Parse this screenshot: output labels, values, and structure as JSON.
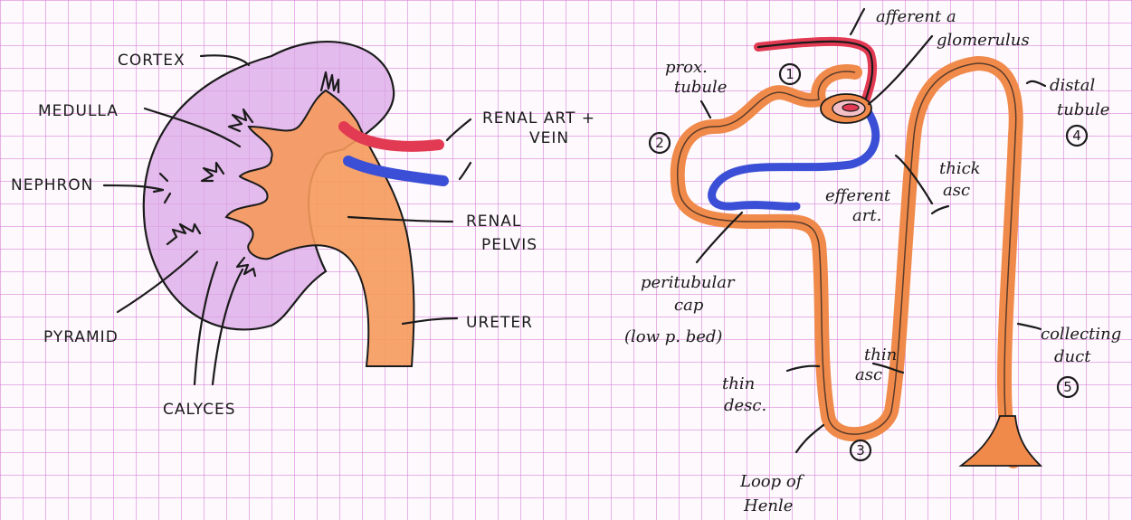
{
  "colors": {
    "grid": "#d678d6",
    "kidney_fill": "#d9a6e6",
    "pelvis_fill": "#f59a5c",
    "tubule_fill": "#f08a4b",
    "artery": "#e23a52",
    "vein": "#3b4fd6",
    "ink": "#1b1b1b"
  },
  "kidney": {
    "labels": {
      "cortex": "CORTEX",
      "medulla": "MEDULLA",
      "nephron": "NEPHRON",
      "pyramid": "PYRAMID",
      "calyces": "CALYCES",
      "renal_art_line1": "RENAL ART +",
      "renal_art_line2": "VEIN",
      "renal_pelvis_line1": "RENAL",
      "renal_pelvis_line2": "PELVIS",
      "ureter": "URETER"
    }
  },
  "nephron": {
    "labels": {
      "afferent": "afferent a",
      "glomerulus": "glomerulus",
      "prox_line1": "prox.",
      "prox_line2": "tubule",
      "distal_line1": "distal",
      "distal_line2": "tubule",
      "efferent_line1": "efferent",
      "efferent_line2": "art.",
      "thick_line1": "thick",
      "thick_line2": "asc",
      "peritubular_line1": "peritubular",
      "peritubular_line2": "cap",
      "peritubular_line3": "(low p. bed)",
      "thin_asc_line1": "thin",
      "thin_asc_line2": "asc",
      "thin_desc_line1": "thin",
      "thin_desc_line2": "desc.",
      "loop_line1": "Loop of",
      "loop_line2": "Henle",
      "collecting_line1": "collecting",
      "collecting_line2": "duct"
    },
    "numbers": [
      "1",
      "2",
      "3",
      "4",
      "5"
    ]
  }
}
